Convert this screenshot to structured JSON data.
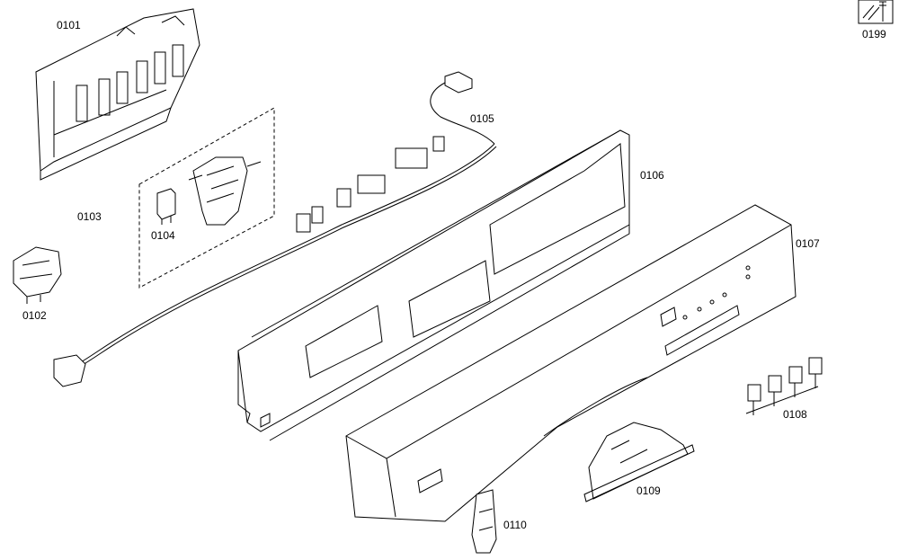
{
  "parts": [
    {
      "id": "0101"
    },
    {
      "id": "0102"
    },
    {
      "id": "0103"
    },
    {
      "id": "0104"
    },
    {
      "id": "0105"
    },
    {
      "id": "0106"
    },
    {
      "id": "0107"
    },
    {
      "id": "0108"
    },
    {
      "id": "0109"
    },
    {
      "id": "0110"
    },
    {
      "id": "0199"
    }
  ]
}
